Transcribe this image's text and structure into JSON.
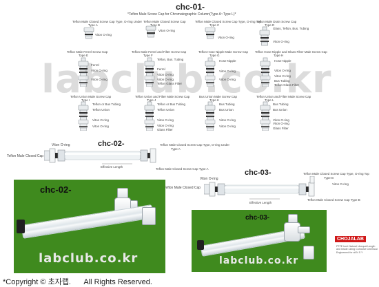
{
  "title_chc01": "chc-01-",
  "chc01_subtitle": "*Teflon Male Screw Cap for Chromatographic Column(Type A~Type L)*",
  "row1": [
    {
      "title": "Teflon Male Closed Screw Cap Type, O-ring Under",
      "type": "Type A",
      "labels": [
        "Viton O-ring"
      ]
    },
    {
      "title": "Teflon Male Closed Screw Cap",
      "type": "Type B",
      "labels": [
        "Viton O-ring"
      ]
    },
    {
      "title": "Teflon Male Closed Screw Cap Type, O-ring Top",
      "type": "Type C",
      "labels": [
        "Viton O-ring"
      ]
    },
    {
      "title": "Teflon Male Drain Screw Cap",
      "type": "Type D",
      "labels": [
        "Glass, Teflon, Bus. Tubing",
        "Viton O-ring"
      ]
    }
  ],
  "row2": [
    {
      "title": "Teflon Male Ferrel Screw Cap",
      "type": "Type E",
      "labels": [
        "Ferrel",
        "Viton O-ring",
        "Viton O-ring"
      ]
    },
    {
      "title": "Teflon Male Ferrel and Filter Screw Cap",
      "type": "Type F",
      "labels": [
        "Teflon, Bus. Tubing",
        "Ferrel",
        "Viton O-ring",
        "Viton O-ring",
        "Teflon Glass Filter"
      ]
    },
    {
      "title": "Teflon Hose Nipple Male Screw Cap",
      "type": "Type G",
      "labels": [
        "Hose Nipple",
        "Viton O-ring",
        "Viton O-ring"
      ]
    },
    {
      "title": "Teflon Hose Nipple and Glass Filter Male Screw Cap",
      "type": "Type H",
      "labels": [
        "Hose Nipple",
        "Viton O-ring",
        "Viton O-ring",
        "Bus Tubing",
        "Teflon Glass Filter"
      ]
    }
  ],
  "row3": [
    {
      "title": "Teflon Union Male Screw Cap",
      "type": "Type I",
      "labels": [
        "Teflon or Bus Tubing",
        "Teflon Union",
        "Viton O-ring",
        "Viton O-ring"
      ]
    },
    {
      "title": "Teflon Union and Filter Male Screw Cap",
      "type": "Type J",
      "labels": [
        "Teflon or Bus Tubing",
        "Teflon Union",
        "Viton O-ring",
        "Viton O-ring",
        "Glass Filter"
      ]
    },
    {
      "title": "Bus Union Male Screw Cap",
      "type": "Type K",
      "labels": [
        "Bus Tubing",
        "Bus Union",
        "Viton O-ring",
        "Viton O-ring"
      ]
    },
    {
      "title": "Teflon Union and Filter Male Screw Cap",
      "type": "Type L",
      "labels": [
        "Bus Tubing",
        "Bus Union",
        "Viton O-ring",
        "Viton O-ring",
        "Glass Filter"
      ]
    }
  ],
  "watermark_main": "labclub.co.kr",
  "chc02": {
    "title": "chc-02-",
    "viton": "Viton O-ring",
    "closed_cap": "Teflon Male Closed Cap",
    "top_right": "Teflon Male Closed Screw Cap Type, O-ring Under",
    "top_right_type": "Type A",
    "effective_length": "Effective Length",
    "bottom": "Teflon Male Closed Screw Cap Type A"
  },
  "chc03": {
    "title": "chc-03-",
    "viton": "Viton O-ring",
    "closed_cap": "Teflon Male Closed Cap",
    "top_right": "Teflon Male Closed Screw Cap Type, O-ring Top",
    "top_right_type": "Type B",
    "viton_right": "Viton O-ring",
    "effective_length": "Effective Length",
    "bottom": "Teflon Male Closed Screw Cap Type B"
  },
  "photo_left": {
    "label": "chc-02-",
    "watermark": "labclub.co.kr"
  },
  "photo_right": {
    "label": "chc-03-",
    "watermark": "labclub.co.kr"
  },
  "brand": {
    "name": "CHOJALAB",
    "note": "PTFE Inert Natural Unequal Length and Inside Lining Corrosive Chemical Engineered for all N S Y"
  },
  "footer": "*Copyright © 초자랩.      All Rights Reserved.",
  "colors": {
    "photo_bg": "#3f8a1e",
    "brand_red": "#d01818",
    "watermark": "#d6d6d6"
  }
}
